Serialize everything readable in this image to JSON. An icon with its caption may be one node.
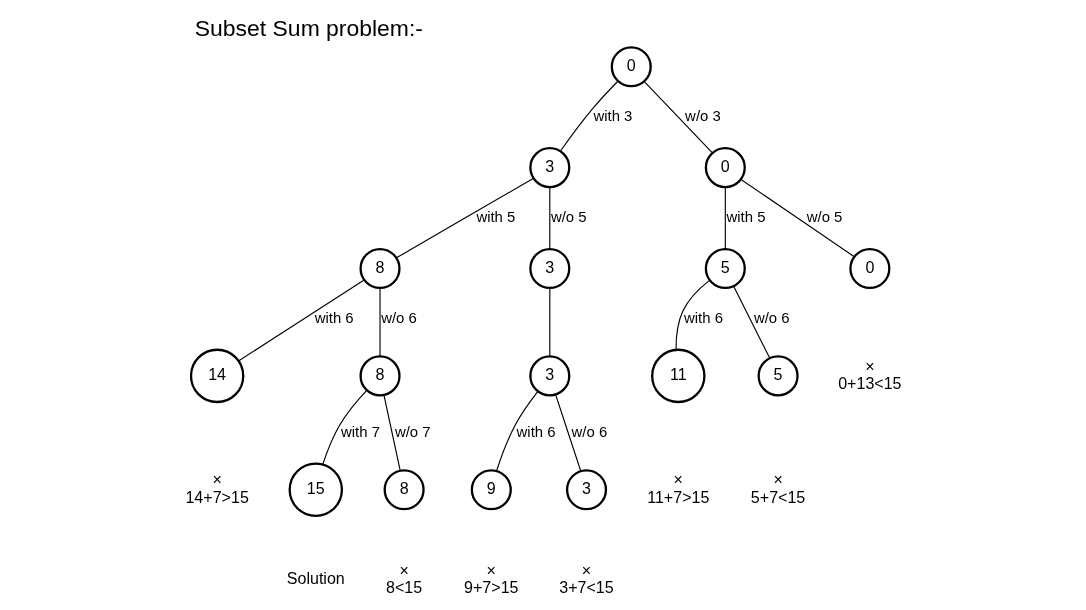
{
  "diagram": {
    "title": "Subset Sum problem:-",
    "nodes": [
      {
        "text": [
          "0"
        ]
      },
      {
        "text": [
          "3"
        ]
      },
      {
        "text": [
          "0"
        ]
      },
      {
        "text": [
          "8"
        ]
      },
      {
        "text": [
          "3"
        ]
      },
      {
        "text": [
          "14"
        ],
        "beside": [
          "×",
          "14+7>15"
        ]
      },
      {
        "text": [
          "8"
        ]
      },
      {
        "text": [
          "15"
        ],
        "beside": [
          "Solution"
        ]
      },
      {
        "text": [
          "8"
        ],
        "beside": [
          "×",
          "8<15"
        ]
      },
      {
        "text": [
          "3"
        ]
      },
      {
        "text": [
          "9"
        ],
        "beside": [
          "×",
          "9+7>15"
        ]
      },
      {
        "text": [
          "3"
        ],
        "beside": [
          "×",
          "3+7<15"
        ]
      },
      {
        "text": [
          "5"
        ]
      },
      {
        "text": [
          "0"
        ],
        "beside": [
          "×",
          "0+13<15"
        ]
      },
      {
        "text": [
          "11"
        ],
        "beside": [
          "×",
          "11+7>15"
        ]
      },
      {
        "text": [
          "5"
        ],
        "beside": [
          "×",
          "5+7<15"
        ]
      }
    ],
    "edges": [
      {
        "from": 0,
        "to": 1,
        "arrow": "none",
        "label": "with 3"
      },
      {
        "from": 0,
        "to": 2,
        "arrow": "none",
        "label": "w/o 3"
      },
      {
        "from": 1,
        "to": 3,
        "arrow": "none",
        "label": "with 5"
      },
      {
        "from": 1,
        "to": 4,
        "arrow": "none",
        "label": "w/o 5"
      },
      {
        "from": 3,
        "to": 5,
        "arrow": "none",
        "label": "with 6"
      },
      {
        "from": 3,
        "to": 6,
        "arrow": "none",
        "label": "w/o 6"
      },
      {
        "from": 6,
        "to": 7,
        "arrow": "none",
        "label": "with 7"
      },
      {
        "from": 6,
        "to": 8,
        "arrow": "none",
        "label": "w/o 7"
      },
      {
        "from": 4,
        "to": 9,
        "arrow": "none"
      },
      {
        "from": 9,
        "to": 10,
        "arrow": "none",
        "label": "with 6"
      },
      {
        "from": 9,
        "to": 11,
        "arrow": "none",
        "label": "w/o 6"
      },
      {
        "from": 2,
        "to": 12,
        "arrow": "none",
        "label": "with 5"
      },
      {
        "from": 2,
        "to": 13,
        "arrow": "none",
        "label": "w/o 5"
      },
      {
        "from": 12,
        "to": 14,
        "arrow": "none",
        "label": "with 6"
      },
      {
        "from": 12,
        "to": 15,
        "arrow": "none",
        "label": "w/o 6"
      }
    ]
  }
}
